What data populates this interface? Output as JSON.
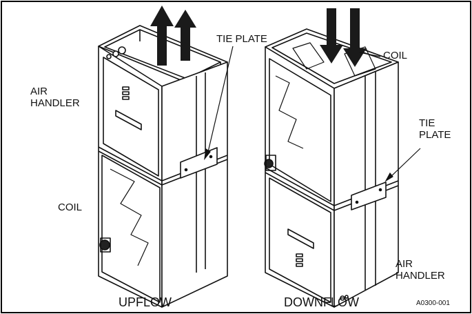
{
  "figure": {
    "figure_code": "A0300-001",
    "upflow": {
      "caption": "UPFLOW",
      "air_handler_label": [
        "AIR",
        "HANDLER"
      ],
      "coil_label": "COIL",
      "tie_plate_label": "TIE PLATE"
    },
    "downflow": {
      "caption": "DOWNFLOW",
      "coil_label": "COIL",
      "tie_plate_label": [
        "TIE",
        "PLATE"
      ],
      "air_handler_label": [
        "AIR",
        "HANDLER"
      ]
    }
  },
  "colors": {
    "line": "#111111",
    "arrow": "#1a1a1a",
    "panel": "#ffffff",
    "frame": "#000000"
  }
}
